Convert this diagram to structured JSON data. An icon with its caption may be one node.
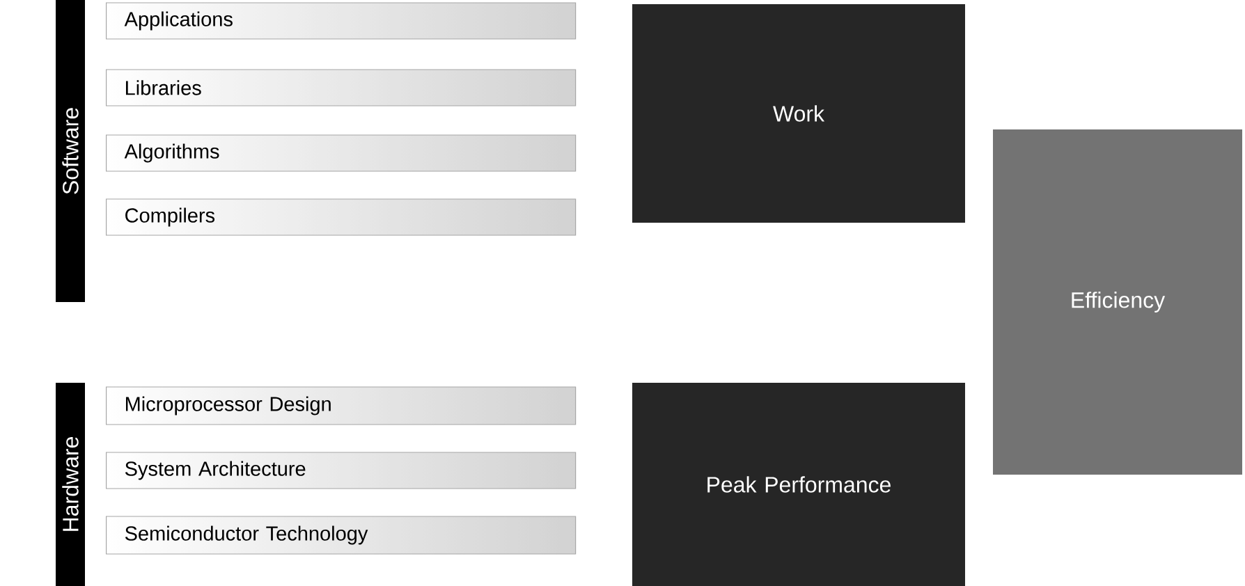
{
  "diagram": {
    "nodes": [
      {
        "text": [
          "Software"
        ]
      },
      {
        "text": [
          "Applications"
        ]
      },
      {
        "text": [
          "Libraries"
        ]
      },
      {
        "text": [
          "Algorithms"
        ]
      },
      {
        "text": [
          "Compilers"
        ]
      },
      {
        "text": [
          "Work"
        ]
      },
      {
        "text": [
          "Efficiency"
        ]
      },
      {
        "text": [
          "Hardware"
        ]
      },
      {
        "text": [
          "Microprocessor Design"
        ]
      },
      {
        "text": [
          "System Architecture"
        ]
      },
      {
        "text": [
          "Semiconductor Technology"
        ]
      },
      {
        "text": [
          "Peak Performance"
        ]
      }
    ]
  }
}
